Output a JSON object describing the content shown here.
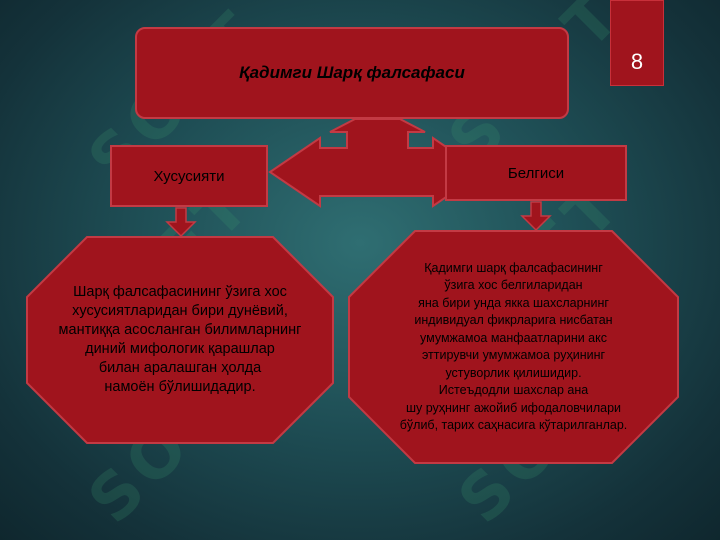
{
  "watermark": "SOFT",
  "page_number": "8",
  "title": "Қадимги Шарқ фалсафаси",
  "left_label": "Хусусияти",
  "right_label": "Белгиси",
  "left_text_lines": [
    "Шарқ фалсафасининг ўзига хос",
    "хусусиятларидан бири дунёвий,",
    "мантиққа асосланган билимларнинг",
    "диний мифологик қарашлар",
    "билан аралашган ҳолда",
    "намоён бўлишидадир."
  ],
  "right_text_lines": [
    "Қадимги шарқ фалсафасининг",
    "ўзига хос белгиларидан",
    "яна бири унда якка шахсларнинг",
    "индивидуал фикрларига нисбатан",
    "умумжамоа манфаатларини акс",
    "эттирувчи умумжамоа руҳининг",
    "устуворлик қилишидир.",
    "Истеъдодли шахслар ана",
    "шу руҳнинг ажойиб ифодаловчилари",
    "бўлиб, тарих саҳнасига кўтарилганлар."
  ],
  "colors": {
    "box_fill": "#a0141d",
    "box_border": "#c33a44",
    "background": "#1e4d54"
  }
}
